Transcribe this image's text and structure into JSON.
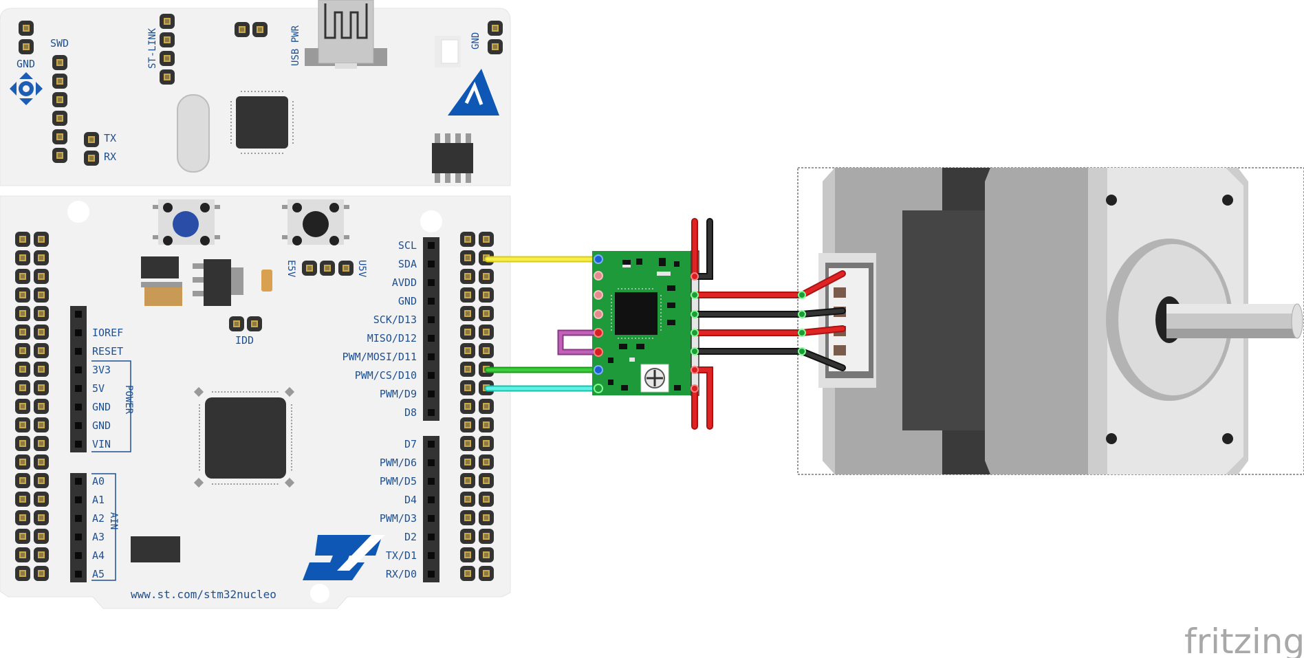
{
  "board": {
    "top_labels": {
      "gnd_left": "GND",
      "swd": "SWD",
      "st_link": "ST-LINK",
      "usb_pwr": "USB PWR",
      "gnd_right": "GND",
      "tx": "TX",
      "rx": "RX",
      "e5v": "E5V",
      "u5v": "U5V",
      "idd": "IDD"
    },
    "power_header": [
      "IOREF",
      "RESET",
      "3V3",
      "5V",
      "GND",
      "GND",
      "VIN"
    ],
    "power_group": "POWER",
    "analog_header": [
      "A0",
      "A1",
      "A2",
      "A3",
      "A4",
      "A5"
    ],
    "analog_group": "AIN",
    "digital_upper": [
      "SCL",
      "SDA",
      "AVDD",
      "GND",
      "SCK/D13",
      "MISO/D12",
      "PWM/MOSI/D11",
      "PWM/CS/D10",
      "PWM/D9",
      "D8"
    ],
    "digital_lower": [
      "D7",
      "PWM/D6",
      "PWM/D5",
      "D4",
      "PWM/D3",
      "D2",
      "TX/D1",
      "RX/D0"
    ],
    "url": "www.st.com/stm32nucleo",
    "logo_text": "ST"
  },
  "watermark": "fritzing",
  "colors": {
    "board": "#f2f2f2",
    "label": "#1d4f91",
    "driver_pcb": "#1f9a3a",
    "wire_yellow": "#f0e62a",
    "wire_green": "#22b522",
    "wire_cyan": "#2fe3d2",
    "wire_red": "#d81e1e",
    "wire_black": "#222222",
    "wire_purple": "#b04aa8"
  }
}
